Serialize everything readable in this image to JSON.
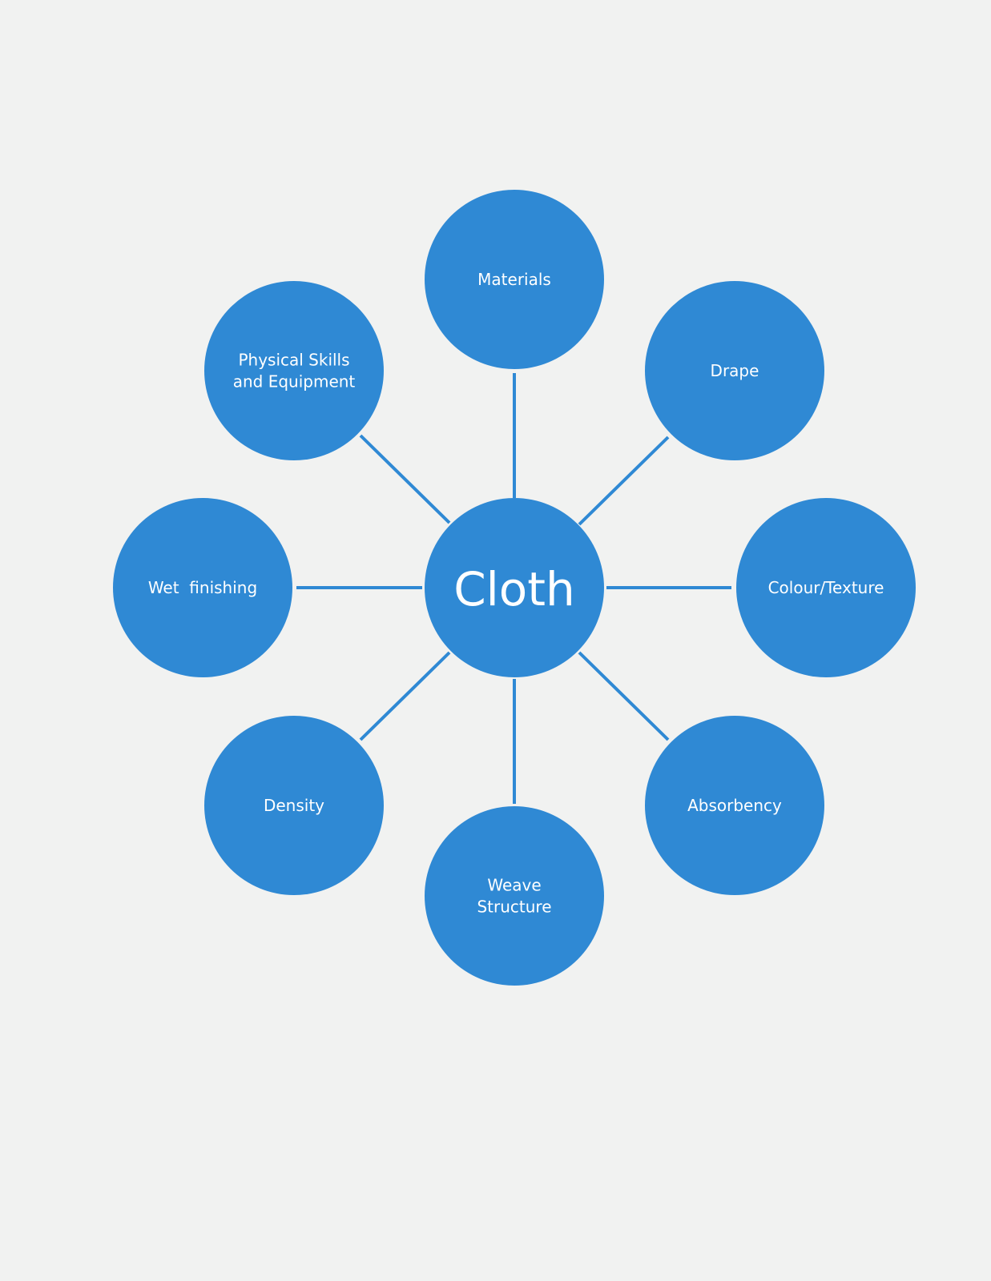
{
  "colors": {
    "node_fill": "#2f89d4",
    "connector": "#2f89d4",
    "text": "#ffffff",
    "background": "#f1f2f1"
  },
  "center": {
    "label": "Cloth"
  },
  "nodes": [
    {
      "id": "materials",
      "lines": [
        "Materials"
      ]
    },
    {
      "id": "drape",
      "lines": [
        "Drape"
      ]
    },
    {
      "id": "colour-texture",
      "lines": [
        "Colour/Texture"
      ]
    },
    {
      "id": "absorbency",
      "lines": [
        "Absorbency"
      ]
    },
    {
      "id": "weave-structure",
      "lines": [
        "Weave",
        "Structure"
      ]
    },
    {
      "id": "density",
      "lines": [
        "Density"
      ]
    },
    {
      "id": "wet-finishing",
      "lines": [
        "Wet  finishing"
      ]
    },
    {
      "id": "physical-skills",
      "lines": [
        "Physical Skills",
        "and Equipment"
      ]
    }
  ]
}
